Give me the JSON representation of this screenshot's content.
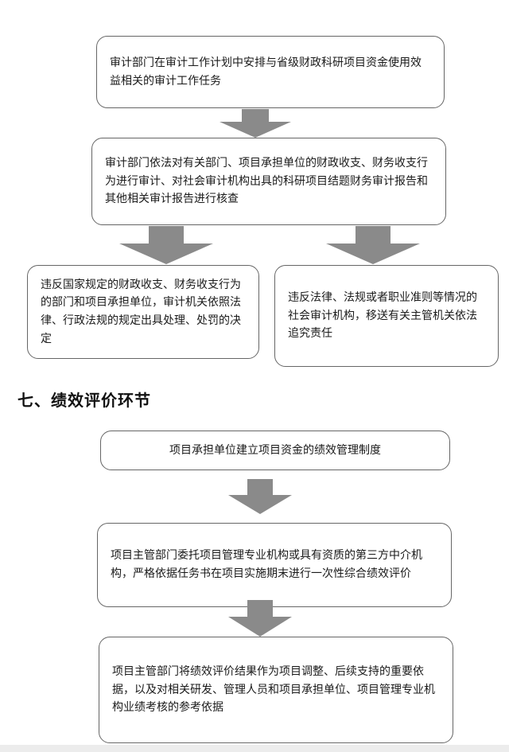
{
  "audit_flow": {
    "step1": "审计部门在审计工作计划中安排与省级财政科研项目资金使用效益相关的审计工作任务",
    "step2": "审计部门依法对有关部门、项目承担单位的财政收支、财务收支行为进行审计、对社会审计机构出具的科研项目结题财务审计报告和其他相关审计报告进行核查",
    "branch_left": "违反国家规定的财政收支、财务收支行为的部门和项目承担单位，审计机关依照法律、行政法规的规定出具处理、处罚的决定",
    "branch_right": "违反法律、法规或者职业准则等情况的社会审计机构，移送有关主管机关依法追究责任"
  },
  "section_heading": "七、绩效评价环节",
  "performance_flow": {
    "step1": "项目承担单位建立项目资金的绩效管理制度",
    "step2": "项目主管部门委托项目管理专业机构或具有资质的第三方中介机构，严格依据任务书在项目实施期末进行一次性综合绩效评价",
    "step3": "项目主管部门将绩效评价结果作为项目调整、后续支持的重要依据，以及对相关研发、管理人员和项目承担单位、项目管理专业机构业绩考核的参考依据"
  }
}
